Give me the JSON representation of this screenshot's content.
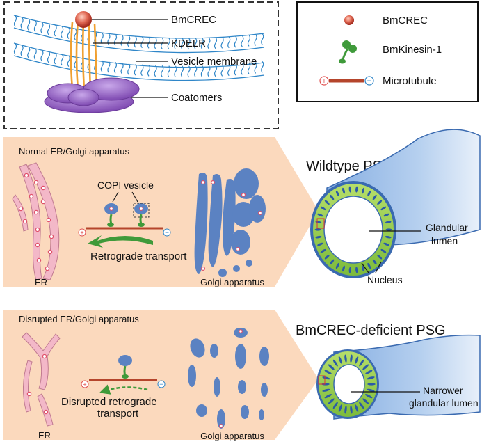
{
  "inset": {
    "labels": {
      "cargo": "BmCREC",
      "receptor": "KDELR",
      "membrane": "Vesicle membrane",
      "coat": "Coatomers"
    }
  },
  "legend": {
    "items": [
      {
        "icon": "red-sphere-icon",
        "label": "BmCREC"
      },
      {
        "icon": "kinesin-icon",
        "label": "BmKinesin-1"
      },
      {
        "icon": "microtubule-icon",
        "label": "Microtubule"
      }
    ]
  },
  "panel_normal": {
    "title": "Normal ER/Golgi apparatus",
    "vesicle_label": "COPI vesicle",
    "transport_label": "Retrograde transport",
    "er_label": "ER",
    "golgi_label": "Golgi apparatus",
    "gland_title": "Wildtype PSG",
    "lumen_label_1": "Glandular",
    "lumen_label_2": "lumen",
    "nucleus_label": "Nucleus"
  },
  "panel_disrupted": {
    "title": "Disrupted ER/Golgi apparatus",
    "transport_label_1": "Disrupted retrograde",
    "transport_label_2": "transport",
    "er_label": "ER",
    "golgi_label": "Golgi apparatus",
    "gland_title": "BmCREC-deficient PSG",
    "lumen_label_1": "Narrower",
    "lumen_label_2": "glandular lumen"
  },
  "colors": {
    "panel_bg": "#fbd9bd",
    "er_pink": "#f3b8c8",
    "golgi_blue": "#5b82c2",
    "tissue_green": "#9ccc52",
    "tube_blue": "#9bbde6",
    "microtubule": "#b5452c",
    "transport_arrow": "#3f9a3a",
    "receptor_orange": "#f0a030",
    "coat_purple": "#8a5ab8",
    "membrane_blue": "#2f86c8"
  }
}
